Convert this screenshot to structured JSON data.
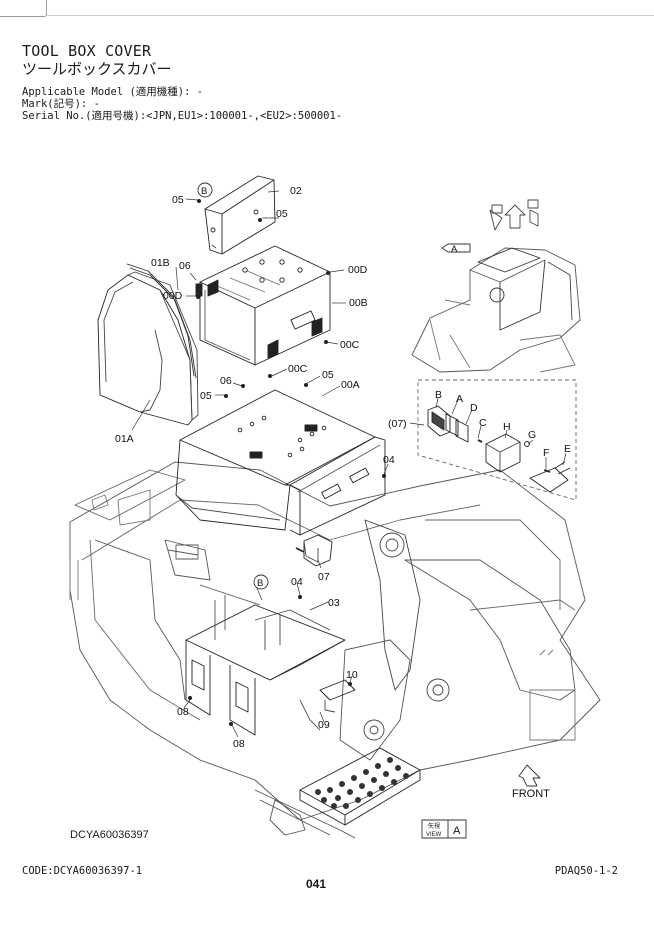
{
  "header": {
    "title": "TOOL BOX COVER",
    "title_jp": "ツールボックスカバー",
    "applicable_model": "Applicable Model (適用機種): -",
    "mark": "Mark(記号): -",
    "serial": "Serial No.(適用号機):<JPN,EU1>:100001-,<EU2>:500001-"
  },
  "callouts": {
    "c05a": "05",
    "c02": "02",
    "c05b": "05",
    "cB1": "B",
    "c01B": "01B",
    "c06a": "06",
    "c00D_left": "00D",
    "c00D_right": "00D",
    "c00B": "00B",
    "c00C_right": "00C",
    "c00C_mid": "00C",
    "c06b": "06",
    "c05c": "05",
    "c05d": "05",
    "c01A": "01A",
    "c00A": "00A",
    "c04a": "04",
    "c07": "07",
    "cB2": "B",
    "c04b": "04",
    "c03": "03",
    "c10": "10",
    "c08a": "08",
    "c08b": "08",
    "c09": "09",
    "cA_view": "A",
    "inset_ref": "(07)",
    "iB": "B",
    "iA": "A",
    "iD": "D",
    "iC": "C",
    "iH": "H",
    "iG": "G",
    "iF": "F",
    "iE": "E"
  },
  "front_label": "FRONT",
  "view_box": {
    "jp": "矢視",
    "en": "VIEW",
    "letter": "A"
  },
  "drawing_id": "DCYA60036397",
  "footer": {
    "code": "CODE:DCYA60036397-1",
    "page": "041",
    "ref": "PDAQ50-1-2"
  }
}
